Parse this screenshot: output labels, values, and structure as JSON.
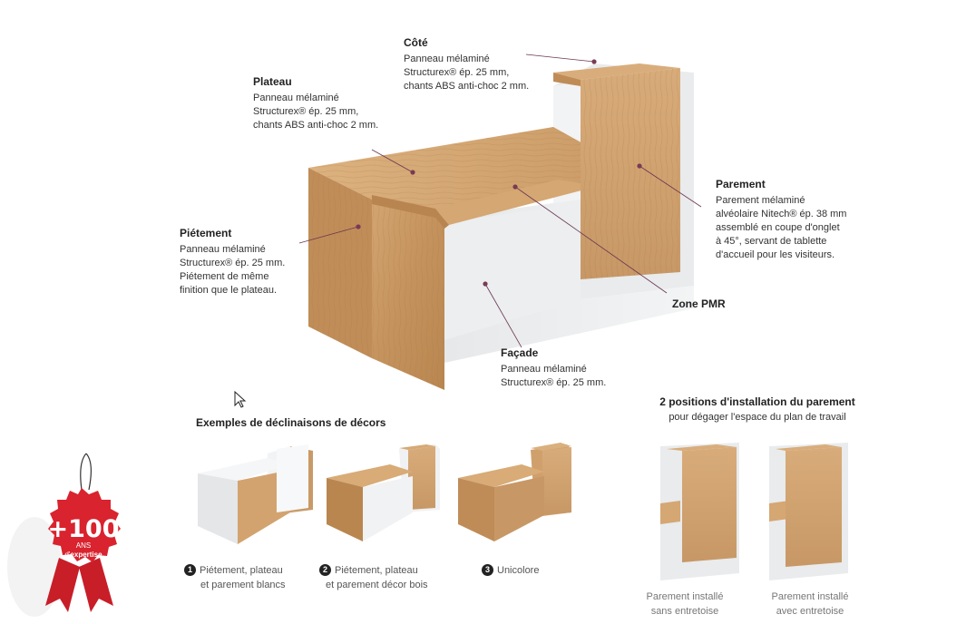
{
  "labels": {
    "cote": {
      "title": "Côté",
      "lines": [
        "Panneau mélaminé",
        "Structurex® ép. 25 mm,",
        "chants ABS anti-choc 2 mm."
      ]
    },
    "plateau": {
      "title": "Plateau",
      "lines": [
        "Panneau mélaminé",
        "Structurex® ép. 25 mm,",
        "chants ABS anti-choc 2 mm."
      ]
    },
    "parement": {
      "title": "Parement",
      "lines": [
        "Parement mélaminé",
        "alvéolaire Nitech® ép. 38 mm",
        "assemblé en coupe d'onglet",
        "à 45°, servant de tablette",
        "d'accueil pour les visiteurs."
      ]
    },
    "pietement": {
      "title": "Piétement",
      "lines": [
        "Panneau mélaminé",
        "Structurex® ép. 25 mm.",
        "Piétement de même",
        "finition que le plateau."
      ]
    },
    "zone_pmr": {
      "title": "Zone PMR"
    },
    "facade": {
      "title": "Façade",
      "lines": [
        "Panneau mélaminé",
        "Structurex® ép. 25 mm."
      ]
    }
  },
  "decors": {
    "title": "Exemples de déclinaisons de décors",
    "items": [
      {
        "num": "1",
        "line1": "Piétement, plateau",
        "line2": "et parement blancs"
      },
      {
        "num": "2",
        "line1": "Piétement, plateau",
        "line2": "et parement décor bois"
      },
      {
        "num": "3",
        "line1": "Unicolore",
        "line2": ""
      }
    ]
  },
  "positions": {
    "title": "2 positions d'installation du parement",
    "subtitle": "pour dégager l'espace du plan de travail",
    "items": [
      {
        "line1": "Parement installé",
        "line2": "sans entretoise"
      },
      {
        "line1": "Parement installé",
        "line2": "avec entretoise"
      }
    ]
  },
  "badge": {
    "number": "+100",
    "line1": "ANS",
    "line2_prefix": "d'",
    "line2_bold": "expertise"
  },
  "colors": {
    "wood": "#c99a66",
    "wood_dark": "#a87848",
    "white_panel": "#eef0f2",
    "accent_dot": "#7a3a55",
    "badge_red": "#d9232e"
  }
}
